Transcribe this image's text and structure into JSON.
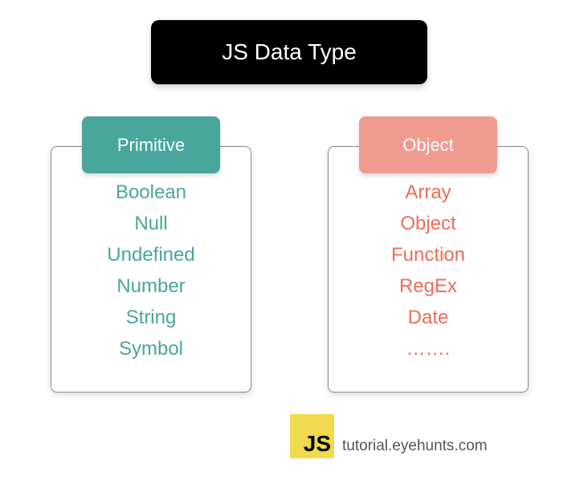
{
  "title": "JS Data Type",
  "primitive": {
    "label": "Primitive",
    "color": "#48a69b",
    "items": [
      "Boolean",
      "Null",
      "Undefined",
      "Number",
      "String",
      "Symbol"
    ]
  },
  "object": {
    "label": "Object",
    "color": "#ef6b58",
    "tag_color": "#f09b90",
    "items": [
      "Array",
      "Object",
      "Function",
      "RegEx",
      "Date",
      "……."
    ]
  },
  "footer": {
    "logo_text": "JS",
    "logo_color": "#f0da4e",
    "url": "tutorial.eyehunts.com"
  }
}
